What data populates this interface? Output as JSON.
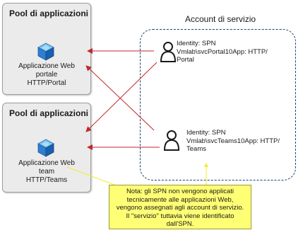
{
  "pools": [
    {
      "title": "Pool di applicazioni",
      "app_lines": [
        "Applicazione Web",
        "portale",
        "HTTP/Portal"
      ],
      "icon": "app-cube-icon"
    },
    {
      "title": "Pool di applicazioni",
      "app_lines": [
        "Applicazione Web",
        "team",
        "HTTP/Teams"
      ],
      "icon": "app-cube-icon"
    }
  ],
  "account": {
    "title": "Account di servizio",
    "users": [
      {
        "icon": "user-icon",
        "lines": [
          "Identity: SPN",
          "Vmlab\\svcPortal10App: HTTP/",
          "Portal"
        ]
      },
      {
        "icon": "user-icon",
        "lines": [
          "Identity: SPN",
          "Vmlab\\svcTeams10App: HTTP/",
          "Teams"
        ]
      }
    ]
  },
  "note": {
    "lines": [
      "Nota:  gli SPN non vengono applicati",
      "tecnicamente alle applicazioni Web,",
      "vengono assegnati agli account di servizio.",
      "Il \"servizio\" tuttavia viene identificato",
      "dall'SPN."
    ]
  },
  "colors": {
    "arrow": "#c0272d",
    "note_background": "#ffff75",
    "note_pointer": "#f2ec2f",
    "pool_background": "#ebebeb",
    "account_border": "#1f3f6e"
  }
}
